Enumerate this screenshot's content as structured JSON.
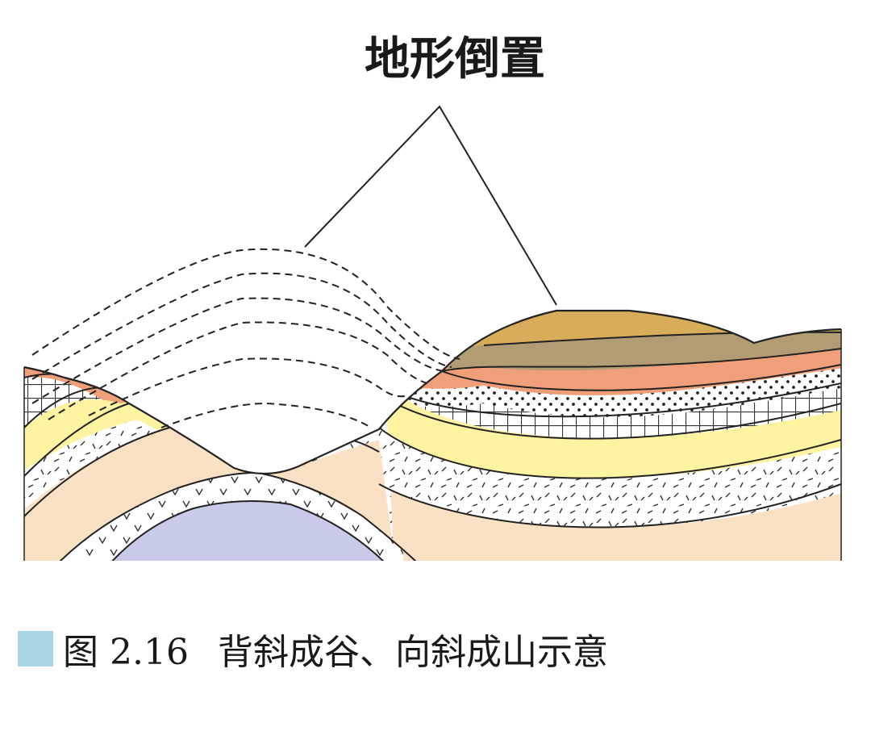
{
  "title": "地形倒置",
  "caption": {
    "figure_number": "图 2.16",
    "text": "背斜成谷、向斜成山示意",
    "marker_color": "#a9d4e4"
  },
  "colors": {
    "top_cap": "#d8ad5a",
    "brown_band": "#b29c74",
    "orange_band": "#ef9f7a",
    "dotted_band": "#ffffff",
    "grid_band": "#ffffff",
    "yellow_band": "#fdf3a0",
    "dash_band": "#ffffff",
    "peach_band": "#fbe1c4",
    "v_band": "#ffffff",
    "core": "#c8cae9",
    "line": "#222222"
  }
}
